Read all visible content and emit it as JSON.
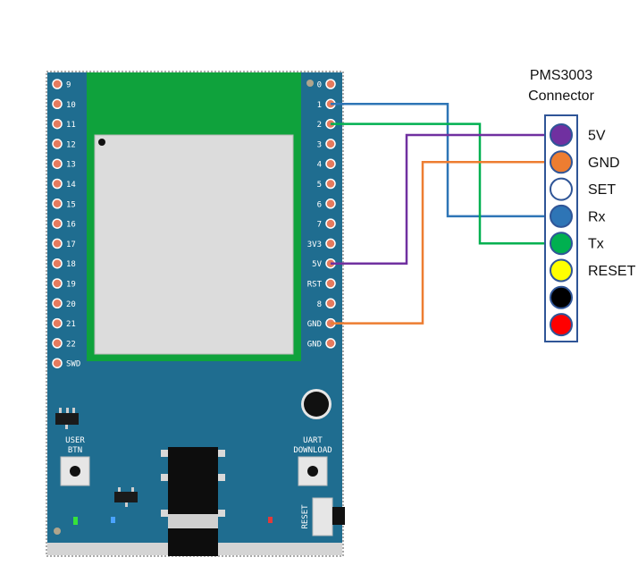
{
  "board": {
    "left_pins": [
      "9",
      "10",
      "11",
      "12",
      "13",
      "14",
      "15",
      "16",
      "17",
      "18",
      "19",
      "20",
      "21",
      "22",
      "SWD"
    ],
    "right_pins": [
      "0",
      "1",
      "2",
      "3",
      "4",
      "5",
      "6",
      "7",
      "3V3",
      "5V",
      "RST",
      "8",
      "GND",
      "GND"
    ],
    "user_btn_label_1": "USER",
    "user_btn_label_2": "BTN",
    "uart_label_1": "UART",
    "uart_label_2": "DOWNLOAD",
    "reset_label": "RESET",
    "colors": {
      "pcb": "#1f6d90",
      "module": "#0fa23c",
      "pad": "#e67b5e",
      "shield": "#dcdcdc"
    }
  },
  "connector": {
    "title_line1": "PMS3003",
    "title_line2": "Connector",
    "pins": [
      {
        "label": "5V",
        "color": "#7030a0"
      },
      {
        "label": "GND",
        "color": "#ed7d31"
      },
      {
        "label": "SET",
        "color": "#ffffff"
      },
      {
        "label": "Rx",
        "color": "#2e75b6"
      },
      {
        "label": "Tx",
        "color": "#00b050"
      },
      {
        "label": "RESET",
        "color": "#ffff00"
      },
      {
        "label": "",
        "color": "#000000"
      },
      {
        "label": "",
        "color": "#ff0000"
      }
    ]
  },
  "wires": [
    {
      "from": "1",
      "to": "Rx",
      "color": "#2e75b6"
    },
    {
      "from": "2",
      "to": "Tx",
      "color": "#00b050"
    },
    {
      "from": "5V",
      "to": "5V",
      "color": "#7030a0"
    },
    {
      "from": "GND",
      "to": "GND",
      "color": "#ed7d31"
    }
  ]
}
